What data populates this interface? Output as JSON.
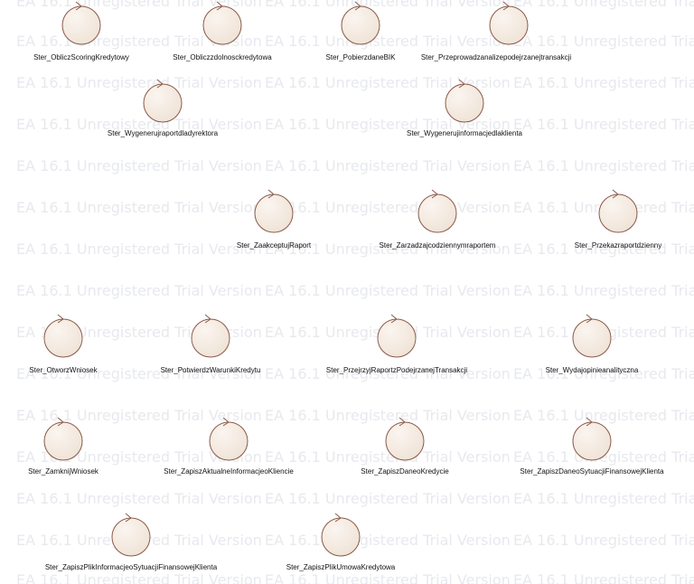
{
  "watermark": "EA 16.1 Unregistered Trial Version",
  "controls": [
    {
      "name": "Ster_ObliczScoringKredytowy"
    },
    {
      "name": "Ster_Obliczzdolnosckredytowa"
    },
    {
      "name": "Ster_PobierzdaneBIK"
    },
    {
      "name": "Ster_Przeprowadzanalizepodejrzanejtransakcji"
    },
    {
      "name": "Ster_Wygenerujraportdladyrektora"
    },
    {
      "name": "Ster_Wygenerujinformacjedlaklienta"
    },
    {
      "name": "Ster_ZaakceptujRaport"
    },
    {
      "name": "Ster_Zarzadzajcodziennymraportem"
    },
    {
      "name": "Ster_Przekazraportdzienny"
    },
    {
      "name": "Ster_OtworzWniosek"
    },
    {
      "name": "Ster_PotwierdzWarunkiKredytu"
    },
    {
      "name": "Ster_PrzejrzyjRaportzPodejrzanejTransakcji"
    },
    {
      "name": "Ster_Wydajopinieanalityczna"
    },
    {
      "name": "Ster_ZamknijWniosek"
    },
    {
      "name": "Ster_ZapiszAktualneInformacjeoKliencie"
    },
    {
      "name": "Ster_ZapiszDaneoKredycie"
    },
    {
      "name": "Ster_ZapiszDaneoSytuacjiFinansowejKlienta"
    },
    {
      "name": "Ster_ZapiszPlikInformacjeoSytuacjiFinansowejKlienta"
    },
    {
      "name": "Ster_ZapiszPlikUmowaKredytowa"
    }
  ]
}
